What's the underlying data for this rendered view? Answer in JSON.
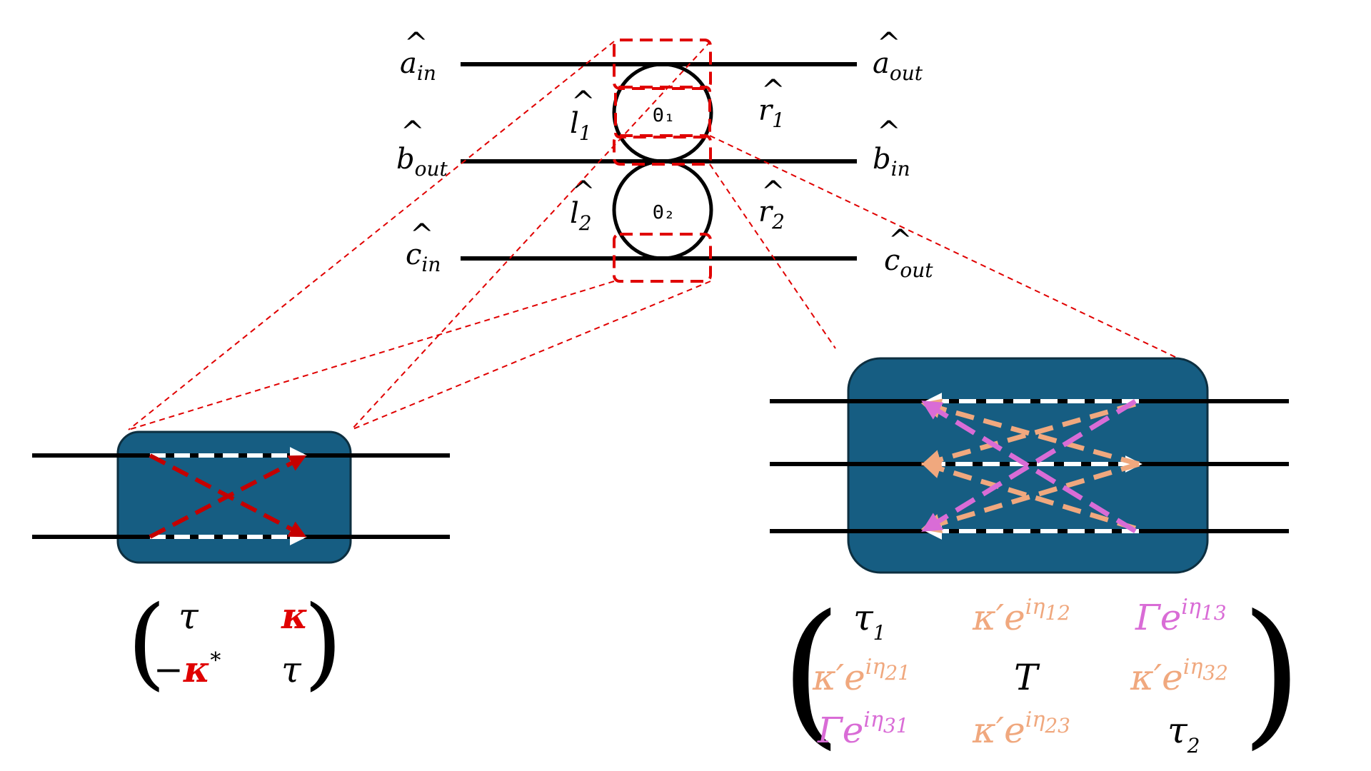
{
  "colors": {
    "line": "#000000",
    "dash_red": "#e00000",
    "box_fill": "#165d82",
    "box_stroke": "#0d2f40",
    "arrow_white": "#ffffff",
    "arrow_dark_red": "#c40000",
    "arrow_orange": "#f0a87e",
    "arrow_magenta": "#d96cd6",
    "kappa_red": "#e00000",
    "kappa_prime": "#f0a87e",
    "gamma": "#d96cd6",
    "tau": "#000000"
  },
  "ports": {
    "a_in": {
      "base": "a",
      "sub": "in"
    },
    "a_out": {
      "base": "a",
      "sub": "out"
    },
    "b_out": {
      "base": "b",
      "sub": "out"
    },
    "b_in": {
      "base": "b",
      "sub": "in"
    },
    "c_in": {
      "base": "c",
      "sub": "in"
    },
    "c_out": {
      "base": "c",
      "sub": "out"
    }
  },
  "modes": {
    "l1": {
      "base": "l",
      "sub": "1"
    },
    "r1": {
      "base": "r",
      "sub": "1"
    },
    "l2": {
      "base": "l",
      "sub": "2"
    },
    "r2": {
      "base": "r",
      "sub": "2"
    }
  },
  "rings": {
    "ring1": "Θ₁",
    "ring2": "Θ₂"
  },
  "matrix_2x2": {
    "r1c1": {
      "base": "τ"
    },
    "r1c2": {
      "base": "κ"
    },
    "r2c1": {
      "minus": "−",
      "base": "κ",
      "sup": "*"
    },
    "r2c2": {
      "base": "τ"
    }
  },
  "matrix_3x3": {
    "r1c1": {
      "base": "τ",
      "sub": "1"
    },
    "r1c2": {
      "base": "κ′e",
      "sup": "iη",
      "supsub": "12"
    },
    "r1c3": {
      "base": "Γe",
      "sup": "iη",
      "supsub": "13"
    },
    "r2c1": {
      "base": "κ′e",
      "sup": "iη",
      "supsub": "21"
    },
    "r2c2": {
      "base": "T"
    },
    "r2c3": {
      "base": "κ′e",
      "sup": "iη",
      "supsub": "32"
    },
    "r3c1": {
      "base": "Γe",
      "sup": "iη",
      "supsub": "31"
    },
    "r3c2": {
      "base": "κ′e",
      "sup": "iη",
      "supsub": "23"
    },
    "r3c3": {
      "base": "τ",
      "sub": "2"
    }
  }
}
